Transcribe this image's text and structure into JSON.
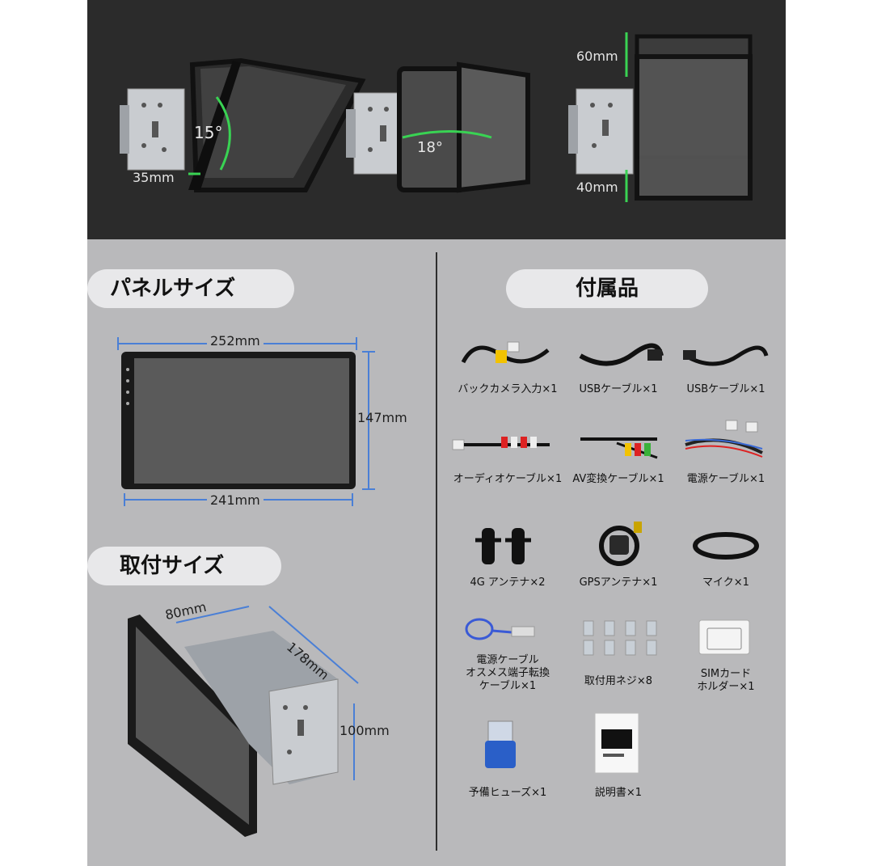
{
  "top_dims": {
    "angle_1": "15°",
    "left_gap": "35mm",
    "angle_2": "18°",
    "up_shift": "60mm",
    "down_shift": "40mm"
  },
  "panel": {
    "title": "パネルサイズ",
    "width_top": "252mm",
    "height": "147mm",
    "width_bottom": "241mm"
  },
  "mount": {
    "title": "取付サイズ",
    "depth": "80mm",
    "width": "178mm",
    "height": "100mm"
  },
  "accessories": {
    "title": "付属品",
    "items": [
      {
        "label": "バックカメラ入力×1",
        "icon": "camera-cable-icon"
      },
      {
        "label": "USBケーブル×1",
        "icon": "usb-cable-icon"
      },
      {
        "label": "USBケーブル×1",
        "icon": "usb-cable-icon"
      },
      {
        "label": "オーディオケーブル×1",
        "icon": "audio-cable-icon"
      },
      {
        "label": "AV変換ケーブル×1",
        "icon": "av-cable-icon"
      },
      {
        "label": "電源ケーブル×1",
        "icon": "power-cable-icon"
      },
      {
        "label": "4G アンテナ×2",
        "icon": "4g-antenna-icon"
      },
      {
        "label": "GPSアンテナ×1",
        "icon": "gps-antenna-icon"
      },
      {
        "label": "マイク×1",
        "icon": "microphone-icon"
      },
      {
        "label": "電源ケーブル\nオスメス端子転換\nケーブル×1",
        "icon": "terminal-cable-icon"
      },
      {
        "label": "取付用ネジ×8",
        "icon": "screws-icon"
      },
      {
        "label": "SIMカード\nホルダー×1",
        "icon": "sim-holder-icon"
      },
      {
        "label": "予備ヒューズ×1",
        "icon": "fuse-icon"
      },
      {
        "label": "説明書×1",
        "icon": "manual-icon"
      }
    ]
  },
  "colors": {
    "top_bg": "#2b2b2b",
    "bottom_bg": "#b9b9bb",
    "green_arrow": "#39d353",
    "blue_dimension": "#4a7fd6"
  }
}
